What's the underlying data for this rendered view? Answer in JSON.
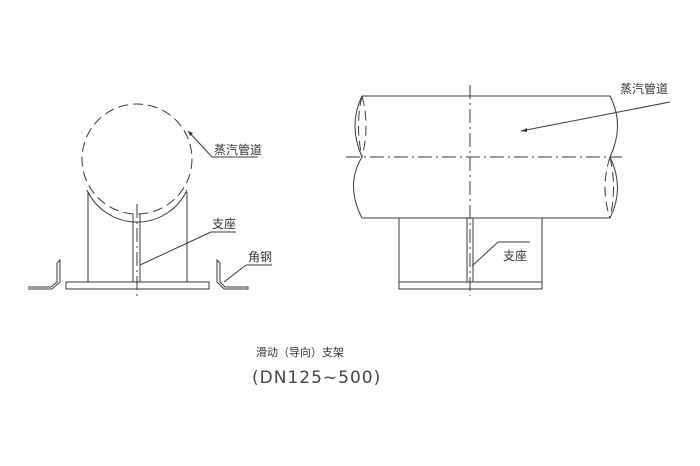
{
  "diagram": {
    "title": "滑动（导向）支架",
    "subtitle": "(DN125~500)",
    "side_view": {
      "labels": {
        "pipe": "蒸汽管道",
        "support": "支座",
        "angle_steel": "角钢"
      }
    },
    "front_view": {
      "labels": {
        "pipe": "蒸汽管道",
        "support": "支座"
      }
    }
  }
}
